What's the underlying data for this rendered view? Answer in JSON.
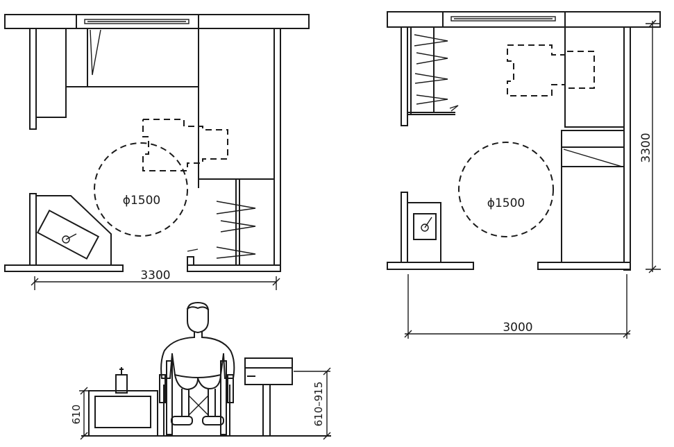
{
  "plan_left": {
    "dimension_width": "3300",
    "turning_circle_label": "ϕ1500"
  },
  "plan_right": {
    "dimension_width": "3000",
    "dimension_depth": "3300",
    "turning_circle_label": "ϕ1500"
  },
  "elevation": {
    "table_height": "610",
    "shelf_height_range": "610–915"
  }
}
